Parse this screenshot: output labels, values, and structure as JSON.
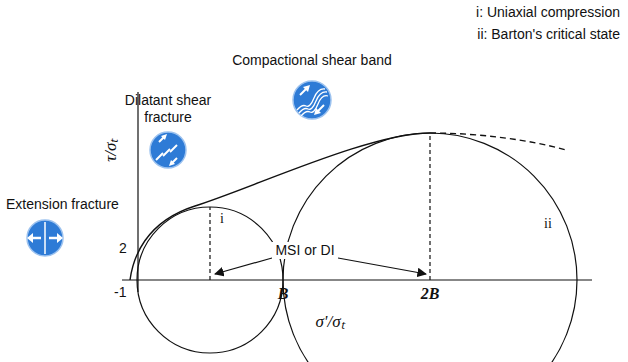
{
  "diagram": {
    "labels": [
      "i: Uniaxial compression",
      "ii: Barton's critical state",
      "Compactional shear band",
      "Dilatant shear fracture",
      "Extension fracture",
      "i",
      "ii",
      "MSI or DI",
      "2",
      "-1",
      "B",
      "2B",
      "τ/σₜ",
      "σ'/σₜ"
    ]
  }
}
